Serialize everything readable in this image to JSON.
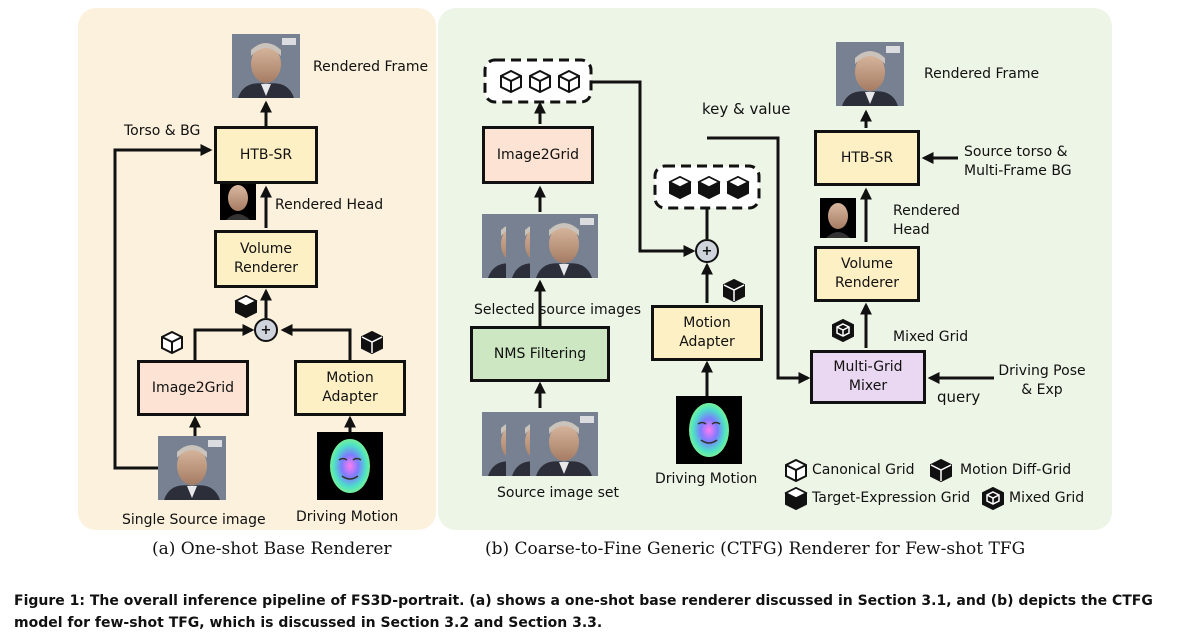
{
  "panel_a": {
    "caption": "(a) One-shot Base Renderer",
    "rendered_frame": "Rendered Frame",
    "torso_bg": "Torso & BG",
    "htb_sr": "HTB-SR",
    "rendered_head": "Rendered Head",
    "volume_renderer": "Volume Renderer",
    "image2grid": "Image2Grid",
    "motion_adapter": "Motion Adapter",
    "single_source": "Single Source image",
    "driving_motion": "Driving Motion"
  },
  "panel_b": {
    "caption": "(b) Coarse-to-Fine Generic (CTFG) Renderer for Few-shot TFG",
    "image2grid": "Image2Grid",
    "selected_source": "Selected source images",
    "nms_filtering": "NMS Filtering",
    "source_set": "Source image set",
    "key_value": "key & value",
    "motion_adapter": "Motion Adapter",
    "driving_motion": "Driving Motion",
    "rendered_frame": "Rendered Frame",
    "htb_sr": "HTB-SR",
    "source_torso": "Source torso & Multi-Frame BG",
    "rendered_head": "Rendered Head",
    "volume_renderer": "Volume Renderer",
    "mixed_grid_label": "Mixed Grid",
    "multi_grid_mixer": "Multi-Grid Mixer",
    "query": "query",
    "driving_pose": "Driving Pose & Exp"
  },
  "legend": {
    "canonical": "Canonical Grid",
    "motion_diff": "Motion Diff-Grid",
    "target_expr": "Target-Expression Grid",
    "mixed": "Mixed Grid"
  },
  "figure_caption": "Figure 1: The overall inference pipeline of FS3D-portrait. (a) shows a one-shot base renderer discussed in Section 3.1, and (b) depicts the CTFG model for few-shot TFG, which is discussed in Section 3.2 and Section 3.3.",
  "colors": {
    "panel_a_bg": "#fbf1dc",
    "panel_b_bg": "#edf5e6",
    "box_cream": "#fdf0c4",
    "box_pink": "#fce3d4",
    "box_green": "#cde7c2",
    "box_lilac": "#ead7f2"
  }
}
